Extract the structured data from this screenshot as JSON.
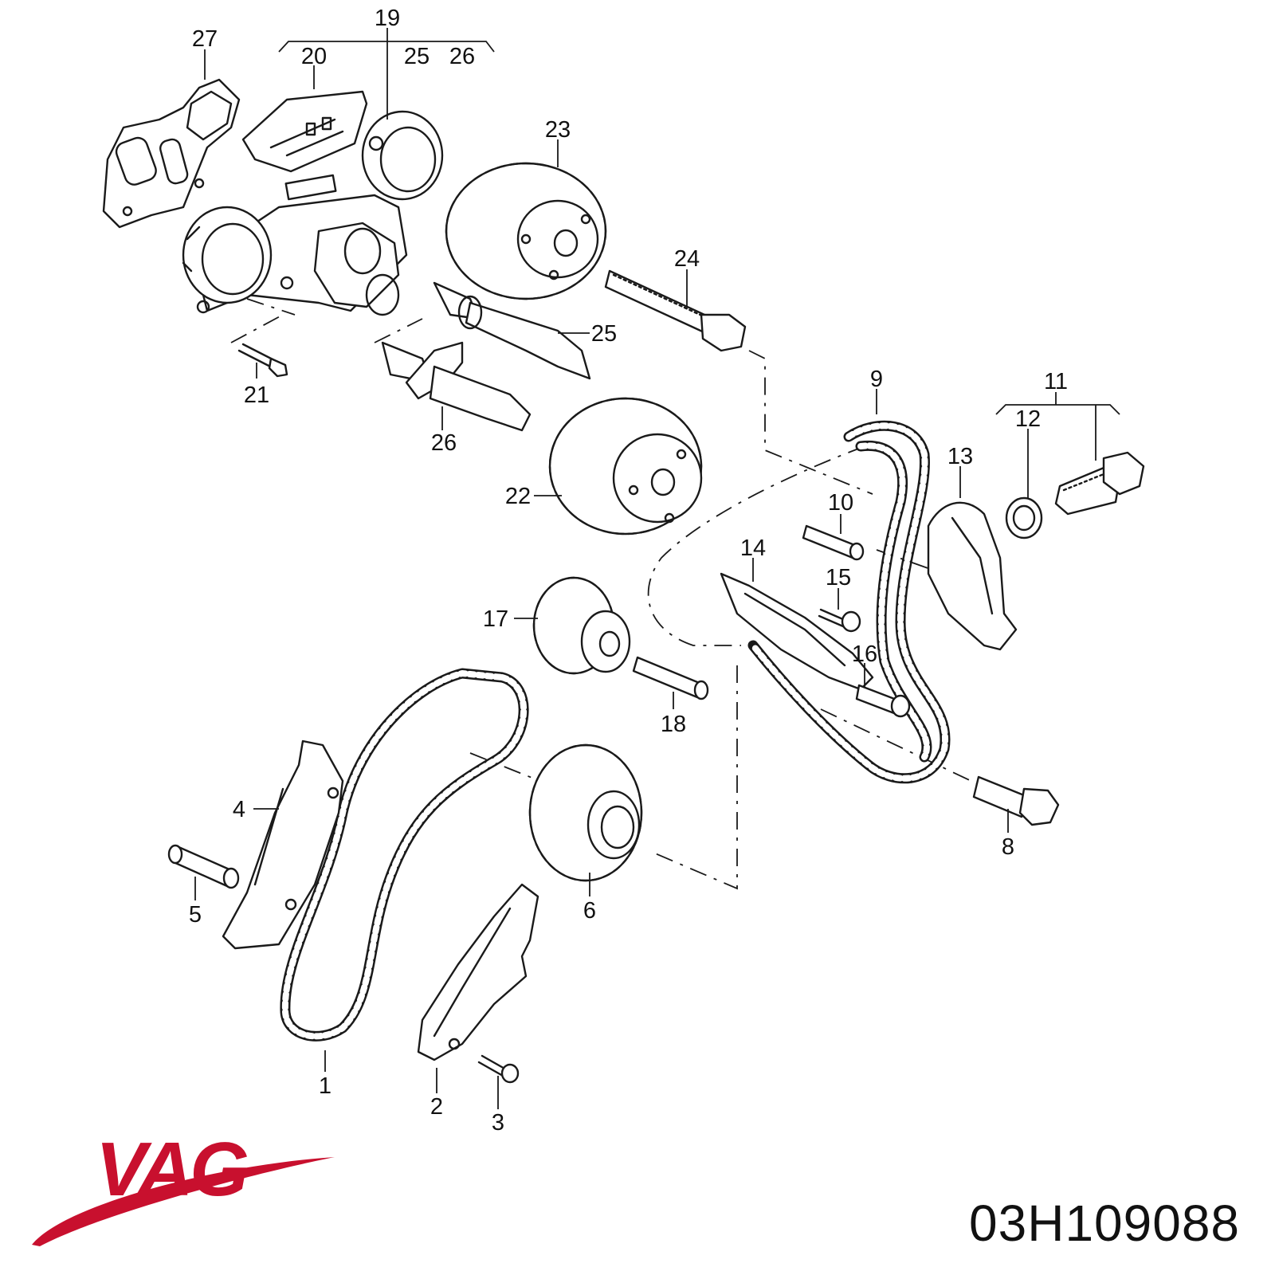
{
  "callouts": {
    "c1": "1",
    "c2": "2",
    "c3": "3",
    "c4": "4",
    "c5": "5",
    "c6": "6",
    "c8": "8",
    "c9": "9",
    "c10": "10",
    "c11": "11",
    "c12": "12",
    "c13": "13",
    "c14": "14",
    "c15": "15",
    "c16": "16",
    "c17": "17",
    "c18": "18",
    "c19": "19",
    "c20": "20",
    "c21": "21",
    "c22": "22",
    "c23": "23",
    "c24": "24",
    "c25a": "25",
    "c25b": "25",
    "c26a": "26",
    "c26b": "26",
    "c27": "27"
  },
  "brand": {
    "name": "VAG",
    "color": "#c8102e"
  },
  "part_number": "03H109088",
  "icons": {
    "logo": "vag-logo-icon"
  }
}
